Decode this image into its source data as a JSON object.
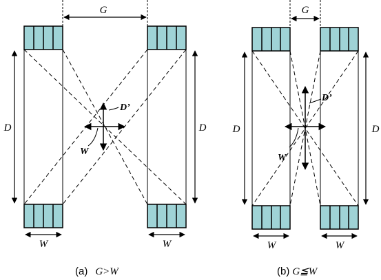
{
  "colors": {
    "accent": "#9fd3d6",
    "stroke": "#000000"
  },
  "panel_a": {
    "gap_label": "G",
    "distance_label_left": "D",
    "distance_label_right": "D",
    "d_prime_label": "D’",
    "w_label_center": "W",
    "width_label_left": "W",
    "width_label_right": "W",
    "caption_prefix": "(a)",
    "caption_condition": "G>W"
  },
  "panel_b": {
    "gap_label": "G",
    "distance_label_left": "D",
    "distance_label_right": "D",
    "d_prime_label": "D’",
    "w_label_center": "W",
    "width_label_left": "W",
    "width_label_right": "W",
    "caption_prefix": "(b)",
    "caption_condition": "G≦W"
  }
}
